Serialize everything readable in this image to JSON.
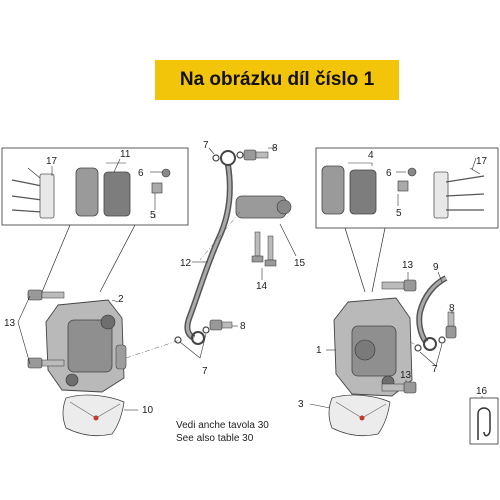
{
  "banner": {
    "text": "Na obrázku díl číslo 1"
  },
  "notes": {
    "line1": "Vedi anche tavola 30",
    "line2": "See also table 30"
  },
  "callouts": {
    "c1": "1",
    "c2": "2",
    "c3": "3",
    "c4": "4",
    "c5a": "5",
    "c5b": "5",
    "c6a": "6",
    "c6b": "6",
    "c7a": "7",
    "c7b": "7",
    "c7c": "7",
    "c8a": "8",
    "c8b": "8",
    "c8c": "8",
    "c9": "9",
    "c10": "10",
    "c11": "11",
    "c12": "12",
    "c13a": "13",
    "c13b": "13",
    "c13c": "13",
    "c14": "14",
    "c15": "15",
    "c16": "16",
    "c17a": "17",
    "c17b": "17"
  },
  "colors": {
    "banner": "#f2c40a",
    "part_fill": "#b9b9b9",
    "part_dark": "#6e6e6e",
    "line": "#333333"
  }
}
